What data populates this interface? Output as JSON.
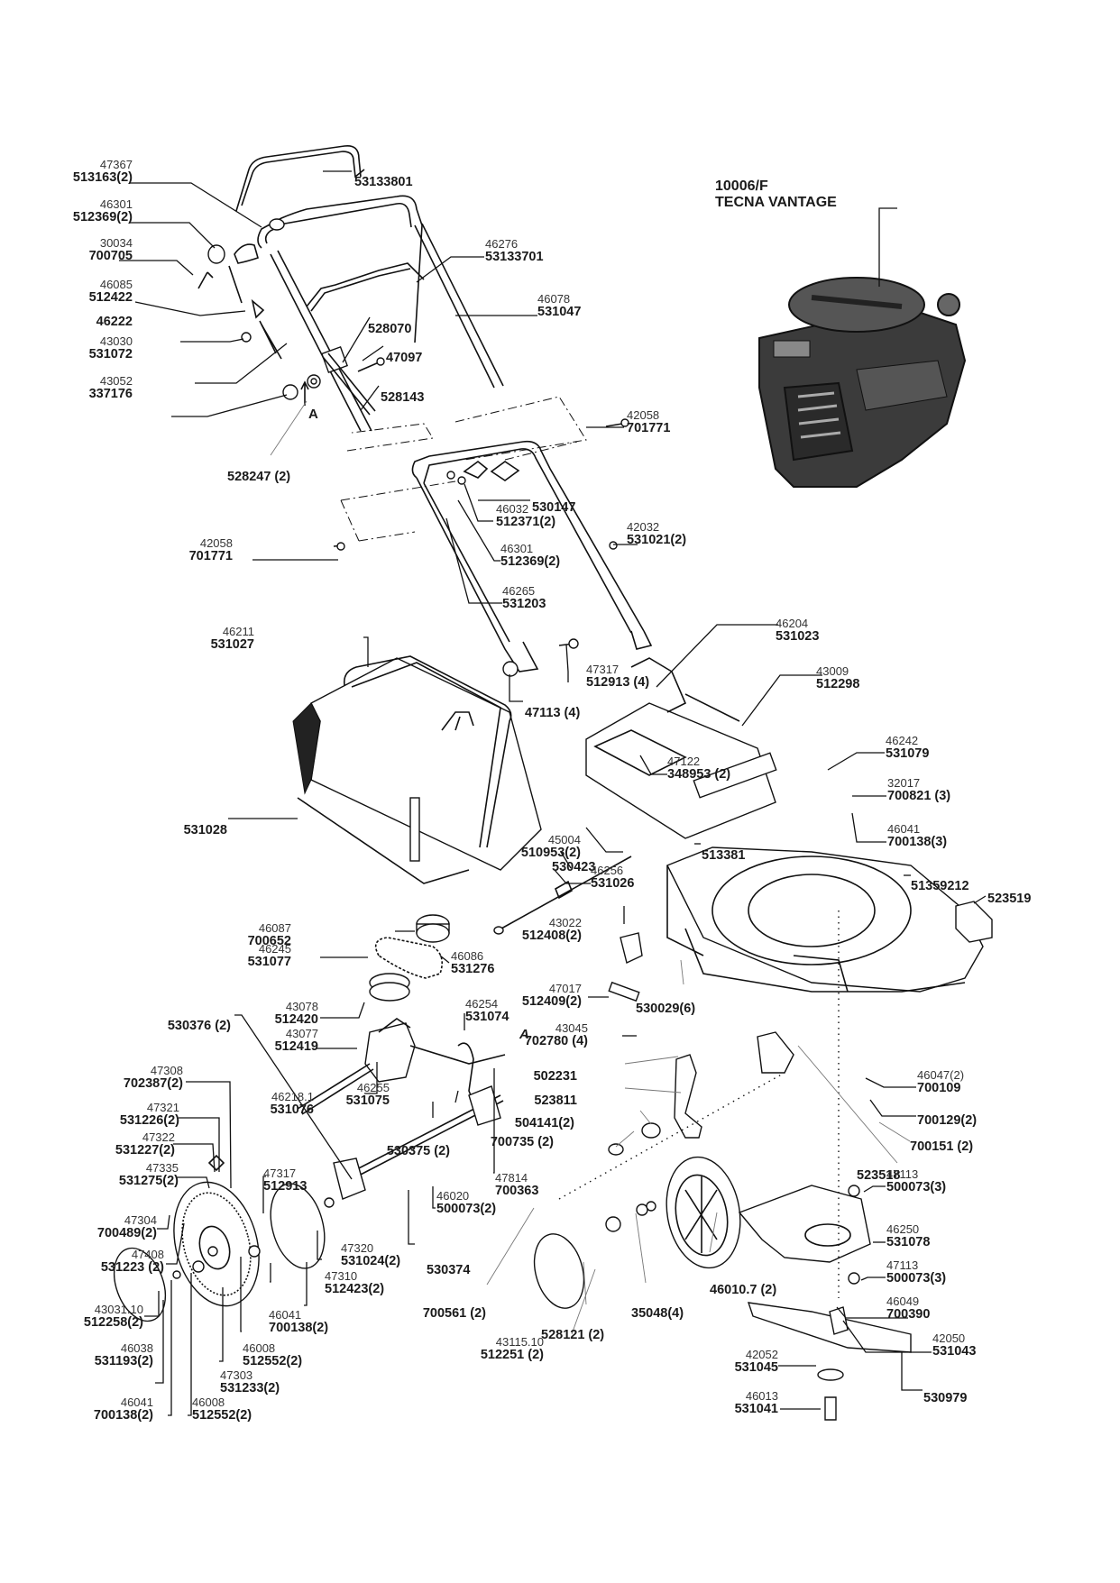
{
  "engine": {
    "model": "10006/F",
    "name": "TECNA VANTAGE"
  },
  "callouts": [
    {
      "id": "c01",
      "ref": "47367",
      "part": "513163(2)"
    },
    {
      "id": "c02",
      "ref": "",
      "part": "53133801"
    },
    {
      "id": "c03",
      "ref": "46301",
      "part": "512369(2)"
    },
    {
      "id": "c04",
      "ref": "30034",
      "part": "700705"
    },
    {
      "id": "c05",
      "ref": "46085",
      "part": "512422"
    },
    {
      "id": "c06",
      "ref": "",
      "part": "46222"
    },
    {
      "id": "c07",
      "ref": "43030",
      "part": "531072"
    },
    {
      "id": "c08",
      "ref": "43052",
      "part": "337176"
    },
    {
      "id": "c09",
      "ref": "",
      "part": "528247 (2)"
    },
    {
      "id": "c10",
      "ref": "",
      "part": "528070"
    },
    {
      "id": "c11",
      "ref": "",
      "part": "47097"
    },
    {
      "id": "c12",
      "ref": "",
      "part": "528143"
    },
    {
      "id": "c13",
      "ref": "46276",
      "part": "53133701"
    },
    {
      "id": "c14",
      "ref": "46078",
      "part": "531047"
    },
    {
      "id": "c15",
      "ref": "42058",
      "part": "701771"
    },
    {
      "id": "c16",
      "ref": "",
      "part": "530147"
    },
    {
      "id": "c17",
      "ref": "42032",
      "part": "531021(2)"
    },
    {
      "id": "c18",
      "ref": "46032",
      "part": "512371(2)"
    },
    {
      "id": "c19",
      "ref": "46301",
      "part": "512369(2)"
    },
    {
      "id": "c20",
      "ref": "46265",
      "part": "531203"
    },
    {
      "id": "c21",
      "ref": "42058",
      "part": "701771"
    },
    {
      "id": "c22",
      "ref": "46211",
      "part": "531027"
    },
    {
      "id": "c23",
      "ref": "46204",
      "part": "531023"
    },
    {
      "id": "c24",
      "ref": "47317",
      "part": "512913 (4)"
    },
    {
      "id": "c25",
      "ref": "43009",
      "part": "512298"
    },
    {
      "id": "c26",
      "ref": "",
      "part": "47113 (4)"
    },
    {
      "id": "c27",
      "ref": "47122",
      "part": "348953 (2)"
    },
    {
      "id": "c28",
      "ref": "46242",
      "part": "531079"
    },
    {
      "id": "c29",
      "ref": "32017",
      "part": "700821 (3)"
    },
    {
      "id": "c30",
      "ref": "46041",
      "part": "700138(3)"
    },
    {
      "id": "c31",
      "ref": "",
      "part": "531028"
    },
    {
      "id": "c32",
      "ref": "45004",
      "part": "510953(2)"
    },
    {
      "id": "c33",
      "ref": "",
      "part": "513381"
    },
    {
      "id": "c34",
      "ref": "",
      "part": "51359212"
    },
    {
      "id": "c35",
      "ref": "",
      "part": "523519"
    },
    {
      "id": "c36",
      "ref": "",
      "part": "530423"
    },
    {
      "id": "c37",
      "ref": "46256",
      "part": "531026"
    },
    {
      "id": "c38",
      "ref": "46087",
      "part": "700652"
    },
    {
      "id": "c39",
      "ref": "46245",
      "part": "531077"
    },
    {
      "id": "c40",
      "ref": "46086",
      "part": "531276"
    },
    {
      "id": "c41",
      "ref": "43022",
      "part": "512408(2)"
    },
    {
      "id": "c42",
      "ref": "47017",
      "part": "512409(2)"
    },
    {
      "id": "c43",
      "ref": "",
      "part": "530029(6)"
    },
    {
      "id": "c44",
      "ref": "",
      "part": "530376 (2)"
    },
    {
      "id": "c45",
      "ref": "43078",
      "part": "512420"
    },
    {
      "id": "c46",
      "ref": "43077",
      "part": "512419"
    },
    {
      "id": "c47",
      "ref": "46254",
      "part": "531074"
    },
    {
      "id": "c48",
      "ref": "43045",
      "part": "702780 (4)"
    },
    {
      "id": "c49",
      "ref": "",
      "part": "502231"
    },
    {
      "id": "c50",
      "ref": "",
      "part": "523811"
    },
    {
      "id": "c51",
      "ref": "",
      "part": "504141(2)"
    },
    {
      "id": "c52",
      "ref": "",
      "part": "700735 (2)"
    },
    {
      "id": "c53",
      "ref": "46047(2)",
      "part": "700109"
    },
    {
      "id": "c54",
      "ref": "",
      "part": "700129(2)"
    },
    {
      "id": "c55",
      "ref": "",
      "part": "700151 (2)"
    },
    {
      "id": "c56",
      "ref": "",
      "part": "523518"
    },
    {
      "id": "c57",
      "ref": "47308",
      "part": "702387(2)"
    },
    {
      "id": "c58",
      "ref": "47321",
      "part": "531226(2)"
    },
    {
      "id": "c59",
      "ref": "47322",
      "part": "531227(2)"
    },
    {
      "id": "c60",
      "ref": "47335",
      "part": "531275(2)"
    },
    {
      "id": "c61",
      "ref": "47304",
      "part": "700489(2)"
    },
    {
      "id": "c62",
      "ref": "47408",
      "part": "531223 (2)"
    },
    {
      "id": "c63",
      "ref": "46218.1",
      "part": "531076"
    },
    {
      "id": "c64",
      "ref": "46255",
      "part": "531075"
    },
    {
      "id": "c65",
      "ref": "",
      "part": "530375 (2)"
    },
    {
      "id": "c66",
      "ref": "47814",
      "part": "700363"
    },
    {
      "id": "c67",
      "ref": "47317",
      "part": "512913"
    },
    {
      "id": "c68",
      "ref": "46020",
      "part": "500073(2)"
    },
    {
      "id": "c69",
      "ref": "47320",
      "part": "531024(2)"
    },
    {
      "id": "c70",
      "ref": "",
      "part": "530374"
    },
    {
      "id": "c71",
      "ref": "",
      "part": "700561 (2)"
    },
    {
      "id": "c72",
      "ref": "47310",
      "part": "512423(2)"
    },
    {
      "id": "c73",
      "ref": "43031.10",
      "part": "512258(2)"
    },
    {
      "id": "c74",
      "ref": "46041",
      "part": "700138(2)"
    },
    {
      "id": "c75",
      "ref": "46038",
      "part": "531193(2)"
    },
    {
      "id": "c76",
      "ref": "46008",
      "part": "512552(2)"
    },
    {
      "id": "c77",
      "ref": "47303",
      "part": "531233(2)"
    },
    {
      "id": "c78",
      "ref": "46041",
      "part": "700138(2)"
    },
    {
      "id": "c79",
      "ref": "46008",
      "part": "512552(2)"
    },
    {
      "id": "c80",
      "ref": "",
      "part": "528121 (2)"
    },
    {
      "id": "c81",
      "ref": "",
      "part": "35048(4)"
    },
    {
      "id": "c82",
      "ref": "",
      "part": "46010.7 (2)"
    },
    {
      "id": "c83",
      "ref": "43115.10",
      "part": "512251 (2)"
    },
    {
      "id": "c84",
      "ref": "47113",
      "part": "500073(3)"
    },
    {
      "id": "c85",
      "ref": "46250",
      "part": "531078"
    },
    {
      "id": "c86",
      "ref": "47113",
      "part": "500073(3)"
    },
    {
      "id": "c87",
      "ref": "46049",
      "part": "700390"
    },
    {
      "id": "c88",
      "ref": "42050",
      "part": "531043"
    },
    {
      "id": "c89",
      "ref": "42052",
      "part": "531045"
    },
    {
      "id": "c90",
      "ref": "",
      "part": "530979"
    },
    {
      "id": "c91",
      "ref": "46013",
      "part": "531041"
    }
  ],
  "markers": {
    "a_top": "A",
    "a_bottom": "A"
  }
}
